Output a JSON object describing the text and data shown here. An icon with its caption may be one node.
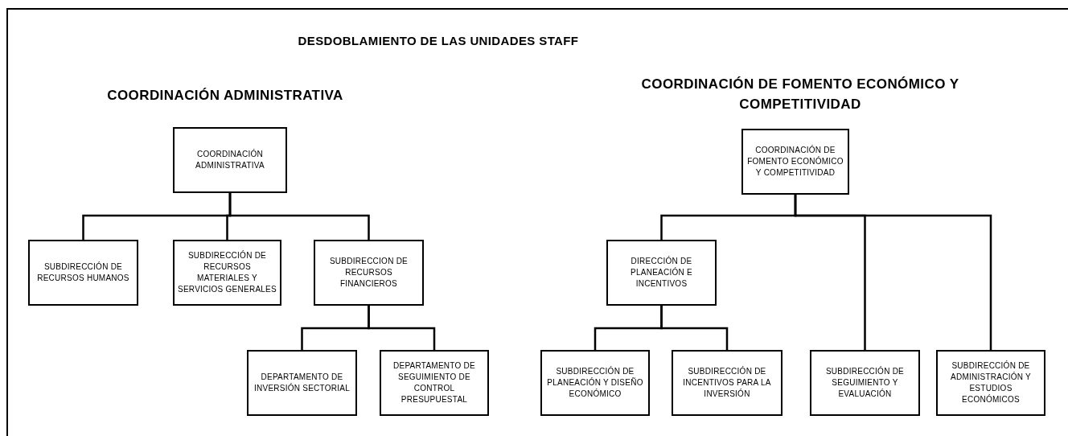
{
  "diagram": {
    "title": "DESDOBLAMIENTO DE LAS UNIDADES STAFF",
    "nodes": [
      {
        "text": [
          "COORDINACIÓN ADMINISTRATIVA"
        ]
      },
      {
        "text": [
          "SUBDIRECCIÓN DE RECURSOS HUMANOS"
        ]
      },
      {
        "text": [
          "SUBDIRECCIÓN DE RECURSOS MATERIALES Y SERVICIOS GENERALES"
        ]
      },
      {
        "text": [
          "SUBDIRECCION DE RECURSOS FINANCIEROS"
        ]
      },
      {
        "text": [
          "DEPARTAMENTO DE INVERSIÓN SECTORIAL"
        ]
      },
      {
        "text": [
          "DEPARTAMENTO DE SEGUIMIENTO DE CONTROL PRESUPUESTAL"
        ]
      },
      {
        "text": [
          "COORDINACIÓN DE FOMENTO ECONÓMICO Y COMPETITIVIDAD"
        ]
      },
      {
        "text": [
          "DIRECCIÓN DE PLANEACIÓN E INCENTIVOS"
        ]
      },
      {
        "text": [
          "SUBDIRECCIÓN DE PLANEACIÓN Y DISEÑO ECONÓMICO"
        ]
      },
      {
        "text": [
          "SUBDIRECCIÓN DE INCENTIVOS PARA LA INVERSIÓN"
        ]
      },
      {
        "text": [
          "SUBDIRECCIÓN DE SEGUIMIENTO Y EVALUACIÓN"
        ]
      },
      {
        "text": [
          "SUBDIRECCIÓN DE ADMINISTRACIÓN Y ESTUDIOS ECONÓMICOS"
        ]
      }
    ],
    "edges": [
      {
        "from": 0,
        "to": 1,
        "arrow": "none"
      },
      {
        "from": 0,
        "to": 2,
        "arrow": "none"
      },
      {
        "from": 0,
        "to": 3,
        "arrow": "none"
      },
      {
        "from": 3,
        "to": 4,
        "arrow": "none"
      },
      {
        "from": 3,
        "to": 5,
        "arrow": "none"
      },
      {
        "from": 6,
        "to": 7,
        "arrow": "none"
      },
      {
        "from": 6,
        "to": 10,
        "arrow": "none"
      },
      {
        "from": 6,
        "to": 11,
        "arrow": "none"
      },
      {
        "from": 7,
        "to": 8,
        "arrow": "none"
      },
      {
        "from": 7,
        "to": 9,
        "arrow": "none"
      }
    ],
    "labels": [
      "COORDINACIÓN ADMINISTRATIVA",
      "COORDINACIÓN DE FOMENTO ECONÓMICO Y COMPETITIVIDAD"
    ]
  }
}
